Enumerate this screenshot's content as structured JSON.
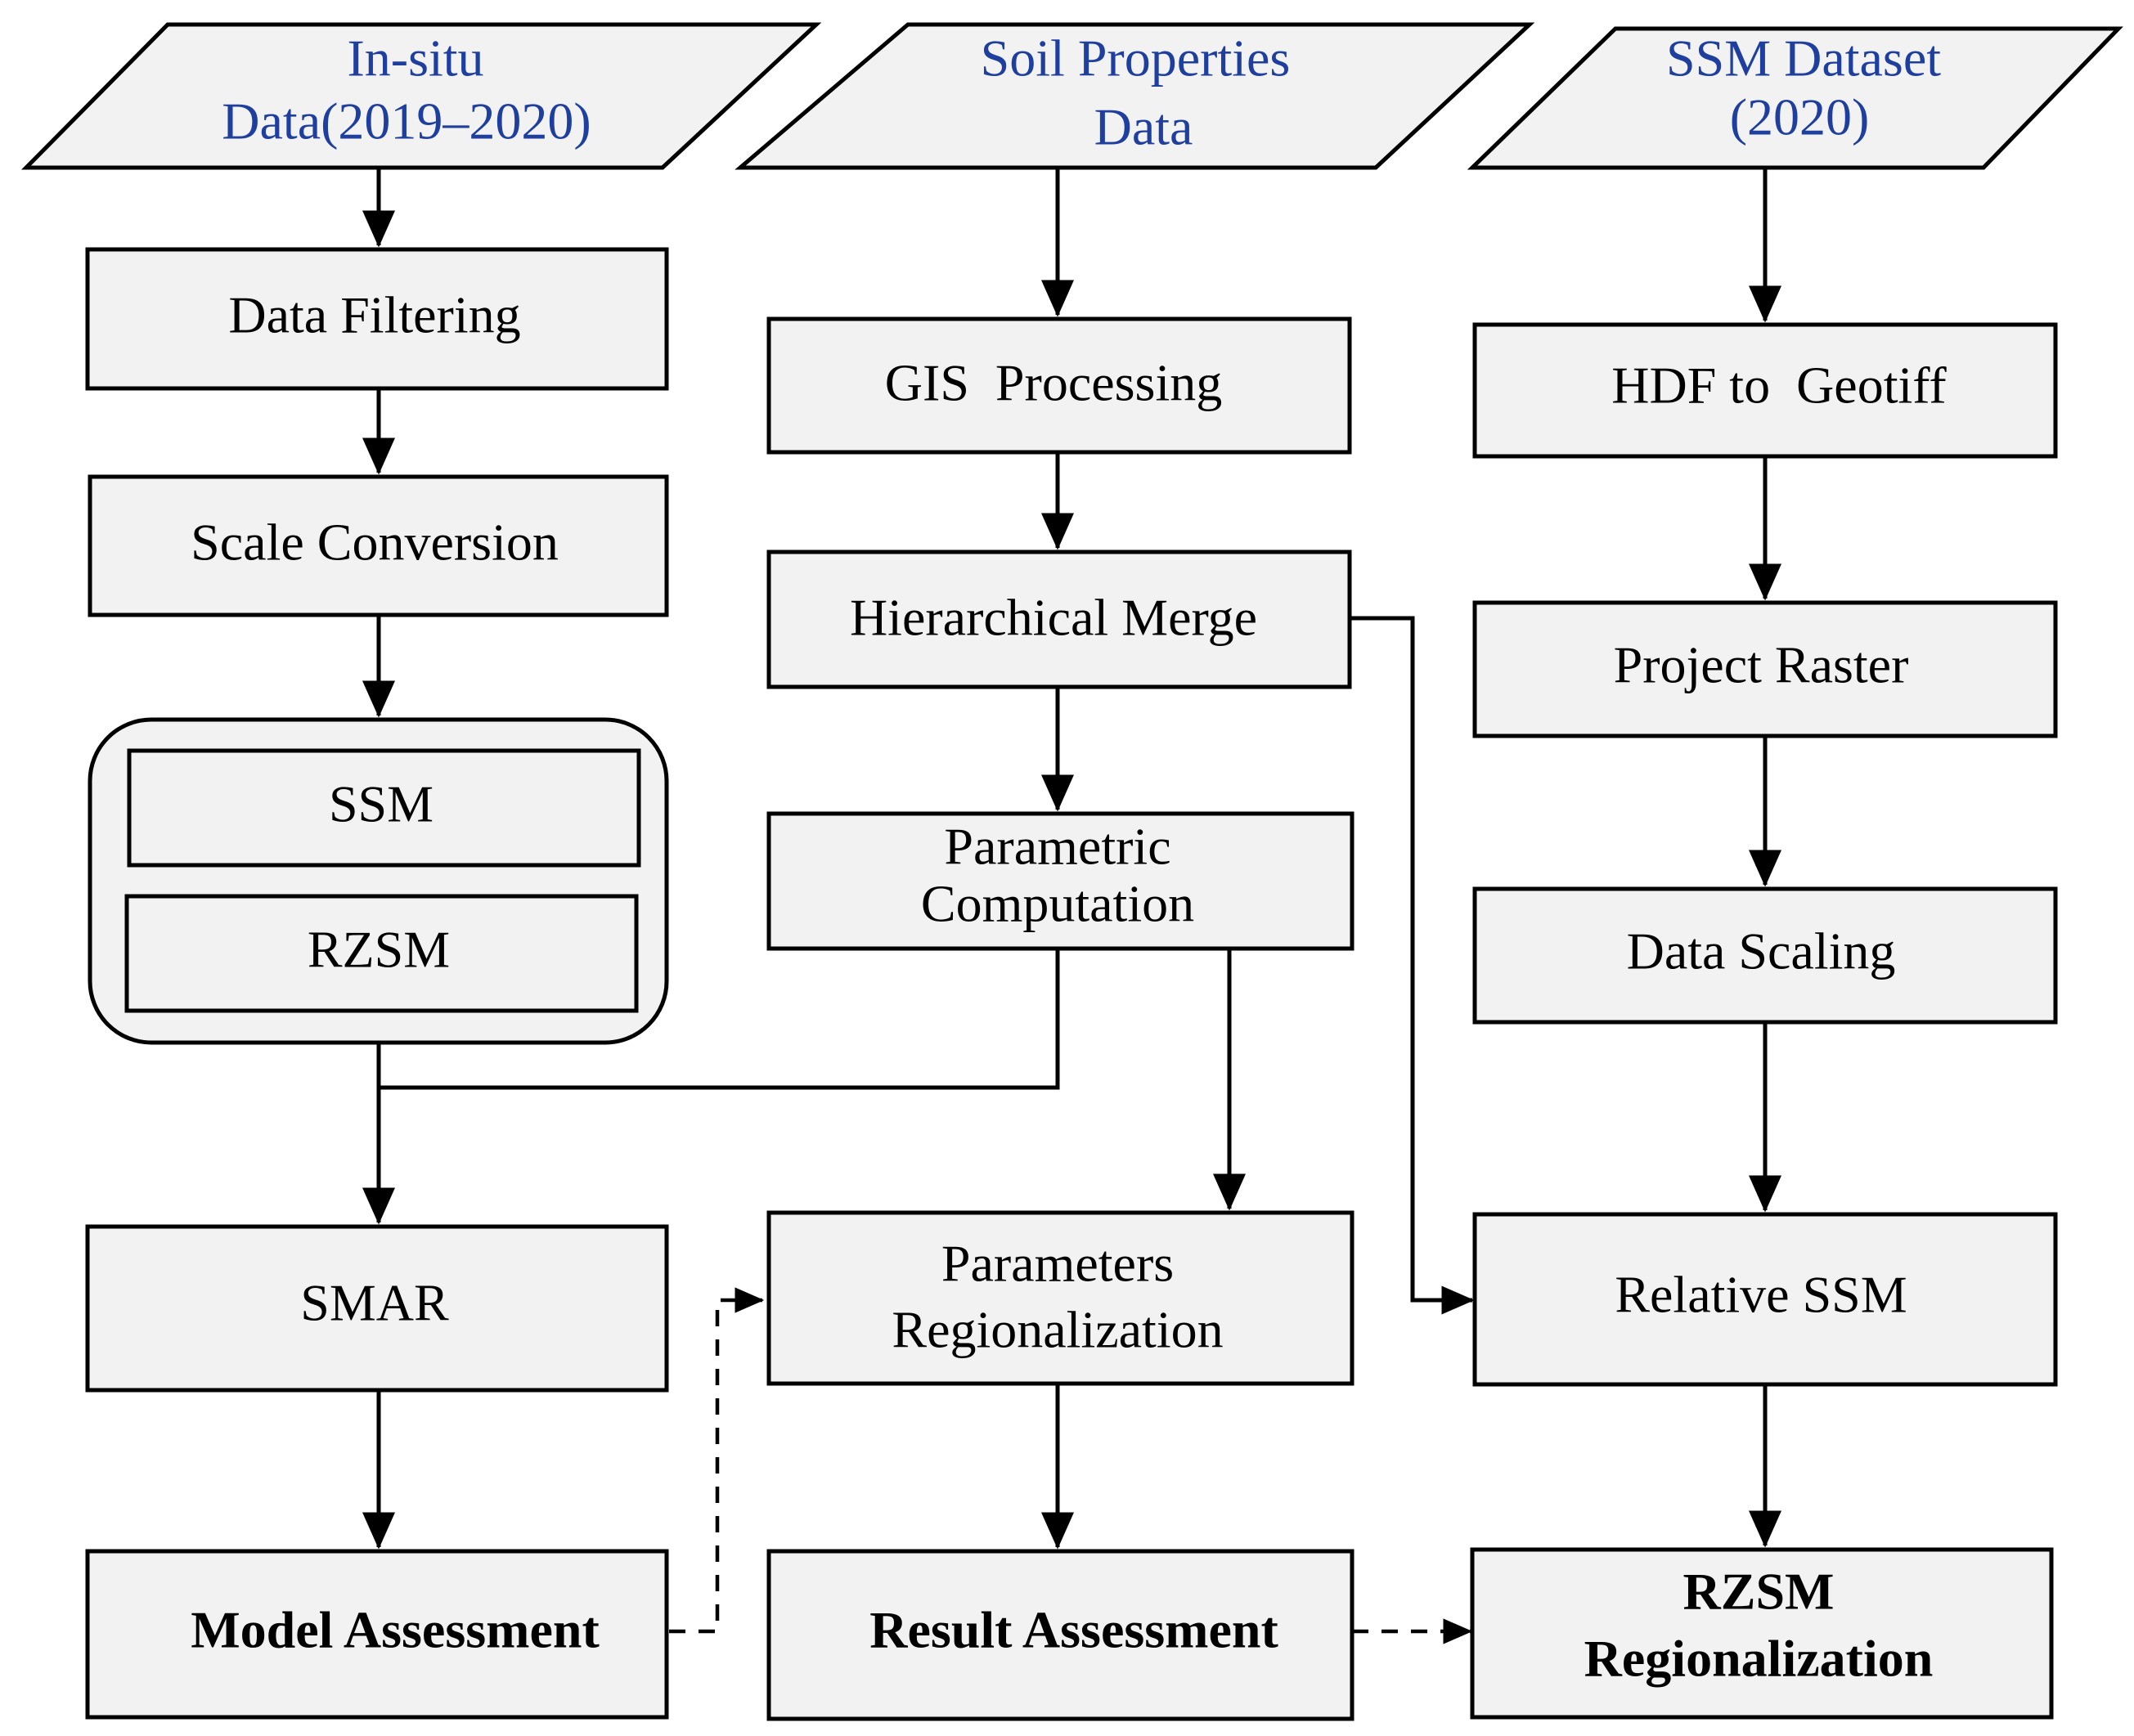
{
  "inputs": {
    "insitu": [
      "In-situ",
      "Data(2019–2020)"
    ],
    "soil": [
      "Soil Properties",
      "Data"
    ],
    "ssm": [
      "SSM Dataset",
      "(2020)"
    ]
  },
  "left": {
    "filtering": "Data Filtering",
    "scale": "Scale Conversion",
    "ssm": "SSM",
    "rzsm": "RZSM",
    "smar": "SMAR",
    "model_assessment": "Model Assessment"
  },
  "middle": {
    "gis": "GIS  Processing",
    "merge": "Hierarchical Merge",
    "param_comp": [
      "Parametric",
      "Computation"
    ],
    "param_reg": [
      "Parameters",
      "Regionalization"
    ],
    "result_assessment": "Result Assessment"
  },
  "right": {
    "hdf": "HDF to  Geotiff",
    "project": "Project Raster",
    "scaling": "Data Scaling",
    "relative": "Relative SSM",
    "rzsm_reg": [
      "RZSM",
      "Regionalization"
    ]
  },
  "colors": {
    "input_text": "#1f3f9e",
    "box_fill": "#f2f2f2",
    "stroke": "#000000"
  }
}
